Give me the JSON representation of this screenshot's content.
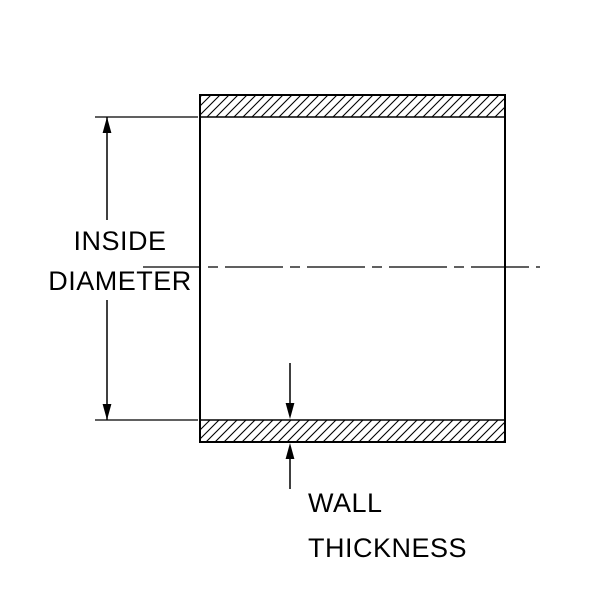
{
  "figure": {
    "background_color": "#ffffff",
    "line_color": "#000000",
    "labels": {
      "inside_diameter": {
        "line1": "INSIDE",
        "line2": "DIAMETER"
      },
      "wall_thickness": {
        "line1": "WALL",
        "line2": "THICKNESS"
      }
    }
  }
}
